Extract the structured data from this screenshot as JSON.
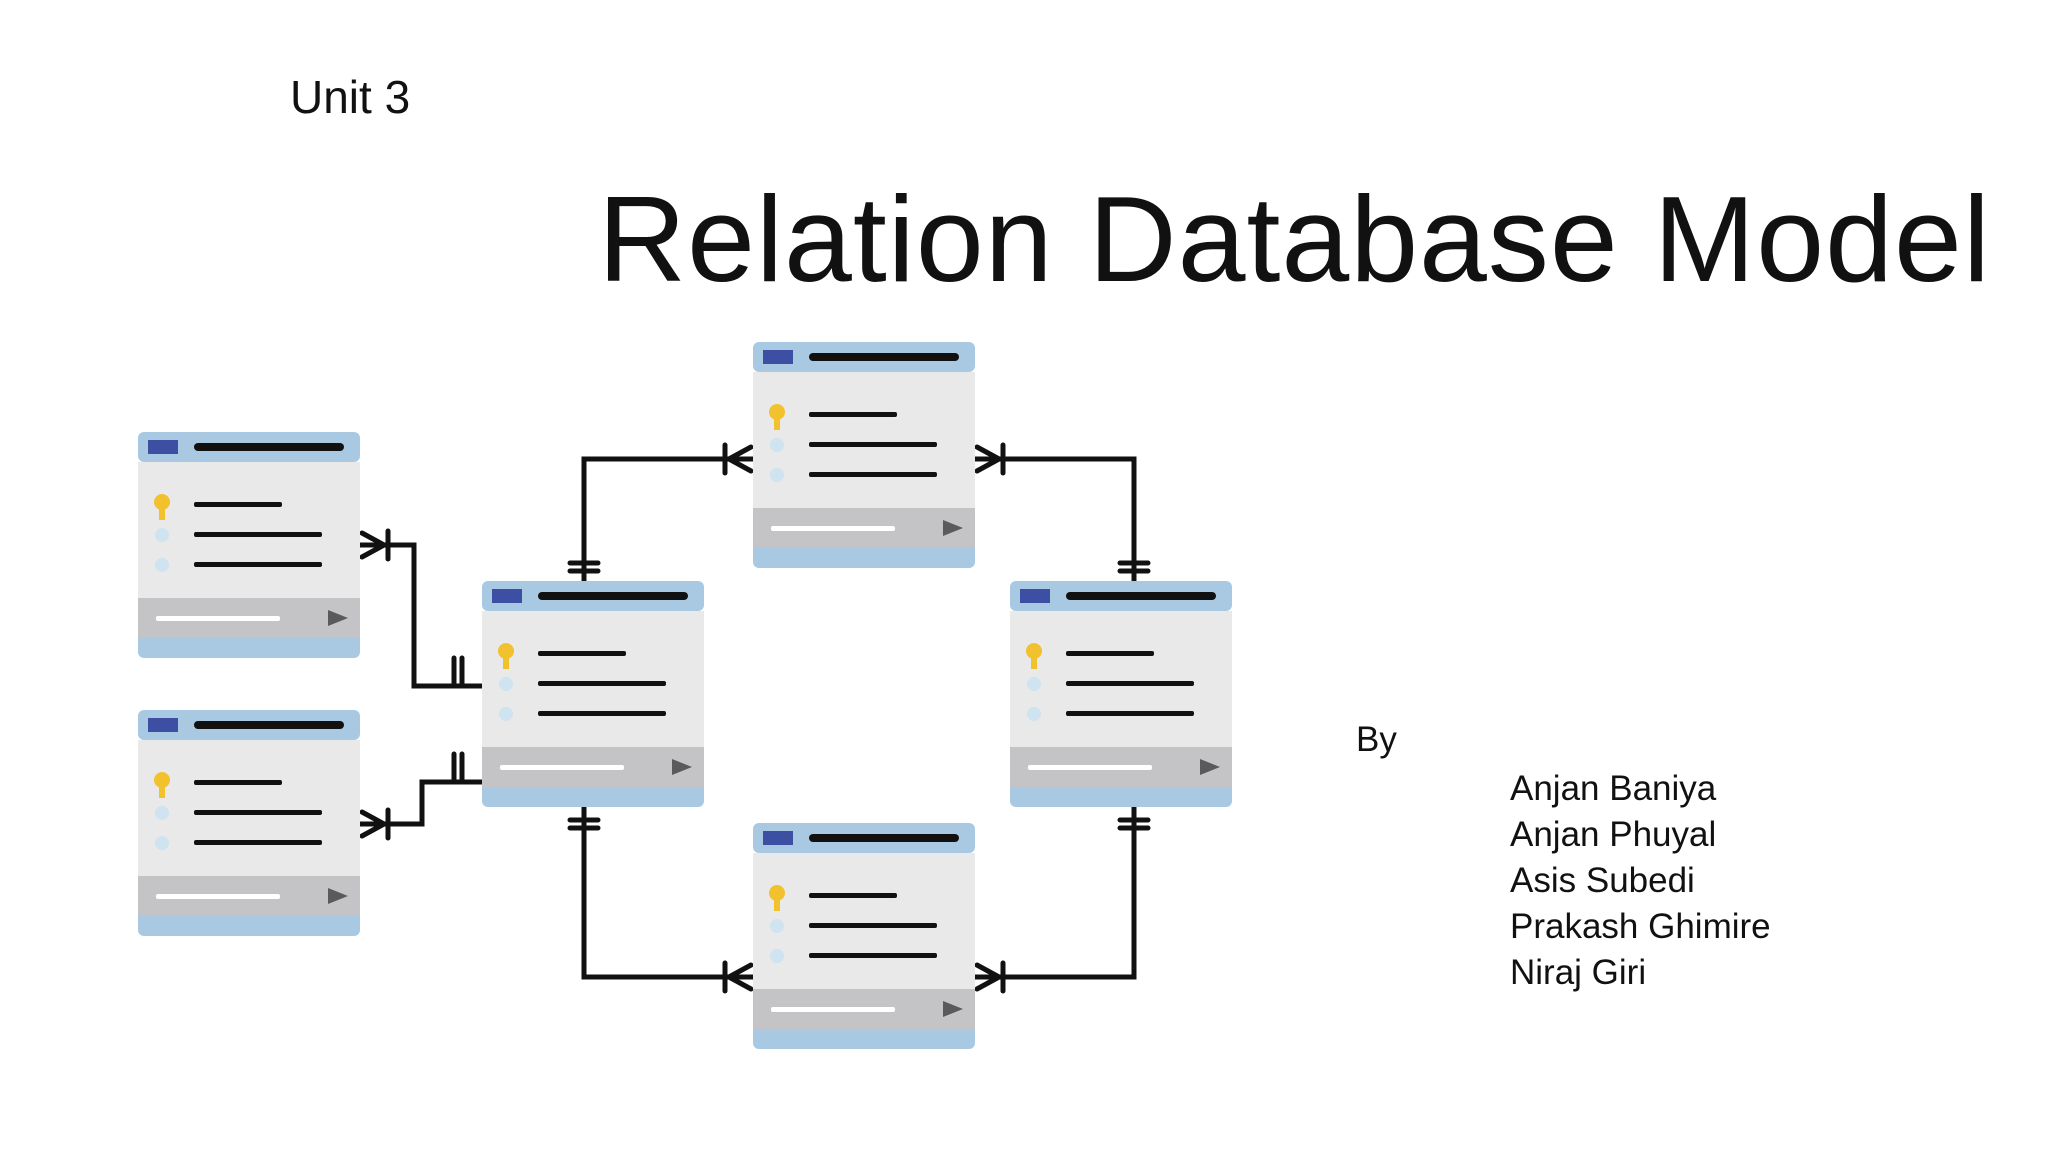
{
  "slide": {
    "unit": "Unit 3",
    "title": "Relation Database Model",
    "by": "By",
    "authors": [
      "Anjan Baniya",
      "Anjan Phuyal",
      "Asis Subedi",
      "Prakash Ghimire",
      "Niraj Giri"
    ]
  },
  "diagram": {
    "icon": "database-schema-illustration",
    "colors": {
      "header": "#a9c9e2",
      "header_block": "#3c4fa3",
      "body": "#e9e9ea",
      "footer": "#c4c4c6",
      "bottom_strip": "#a9c9e2",
      "key": "#f2c12e",
      "dot": "#cfe3f0",
      "line": "#111111"
    },
    "tables": [
      {
        "name": "table-left-top"
      },
      {
        "name": "table-left-bottom"
      },
      {
        "name": "table-center-left"
      },
      {
        "name": "table-top"
      },
      {
        "name": "table-right"
      },
      {
        "name": "table-bottom"
      }
    ]
  }
}
